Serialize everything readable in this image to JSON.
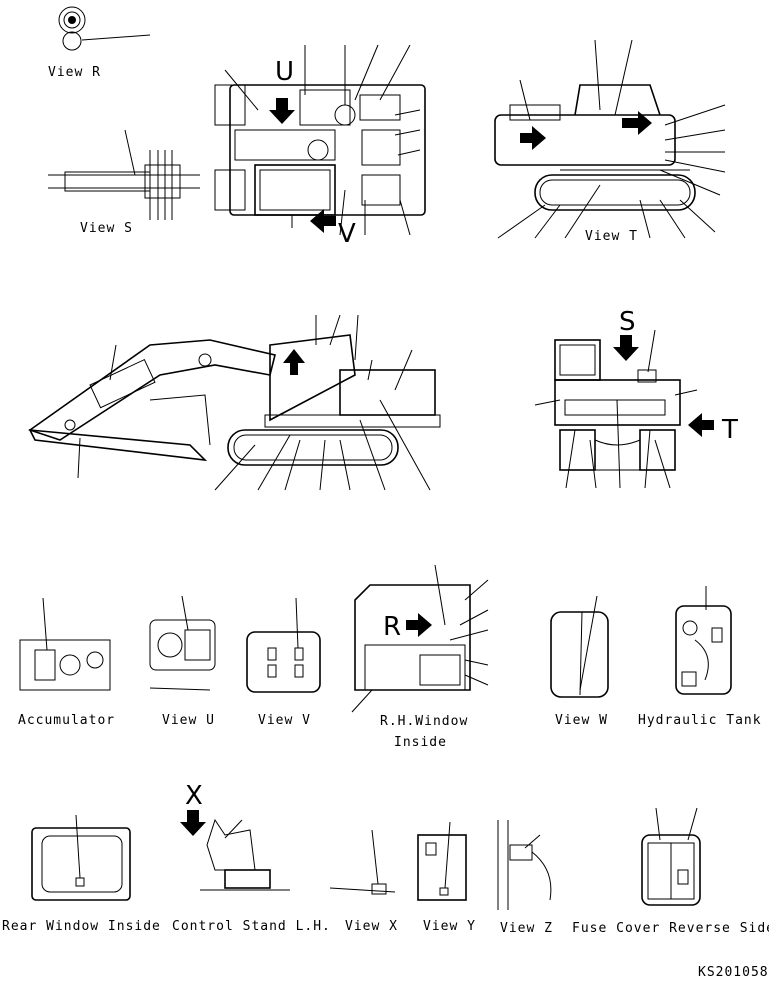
{
  "views": {
    "view_r": "View R",
    "view_s": "View S",
    "view_t": "View T",
    "view_u": "View U",
    "view_v": "View V",
    "view_w": "View W",
    "view_x": "View X",
    "view_y": "View Y",
    "view_z": "View Z"
  },
  "arrow_letters": {
    "u": "U",
    "v": "V",
    "s": "S",
    "t": "T",
    "r": "R",
    "x": "X"
  },
  "labels": {
    "accumulator": "Accumulator",
    "rh_window_line1": "R.H.Window",
    "rh_window_line2": "Inside",
    "hydraulic_tank": "Hydraulic Tank",
    "rear_window_inside": "Rear Window Inside",
    "control_stand_lh": "Control Stand L.H.",
    "fuse_cover_reverse_side": "Fuse Cover Reverse Side"
  },
  "drawing_number": "KS201058"
}
